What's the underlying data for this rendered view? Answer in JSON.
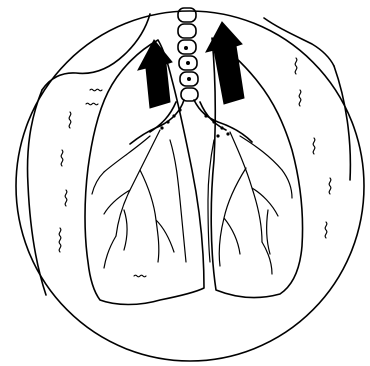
{
  "illustration": {
    "subject": "lungs-airway-clearance",
    "line_color": "#000000",
    "background_color": "#ffffff",
    "arrow_fill": "#000000",
    "dot_fill": "#000000",
    "arrows": 2,
    "vertebra_segments": 6
  }
}
